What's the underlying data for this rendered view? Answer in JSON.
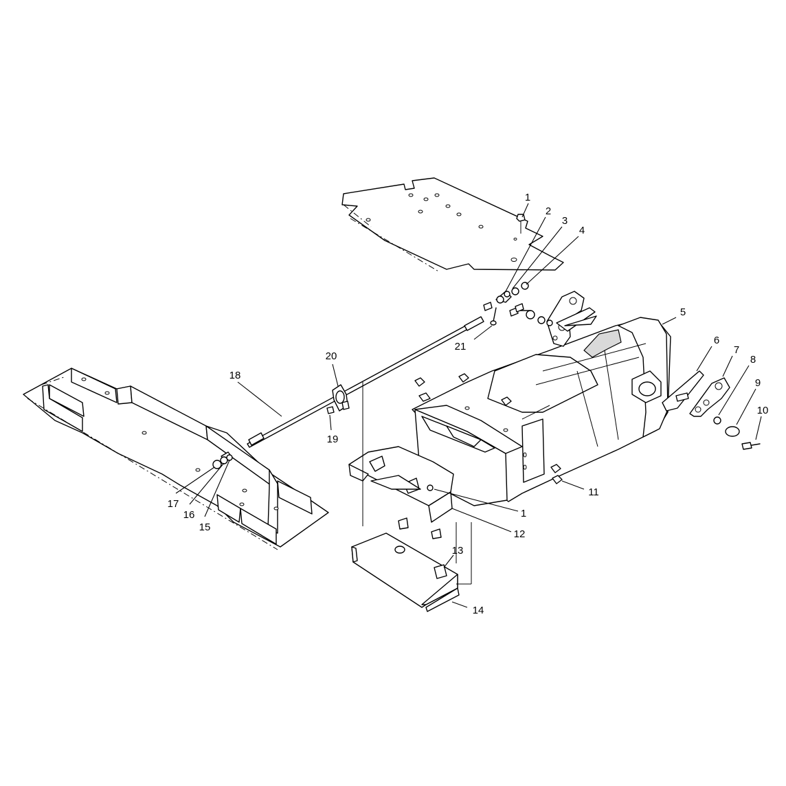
{
  "diagram": {
    "callouts": [
      {
        "id": "c1a",
        "label": "1"
      },
      {
        "id": "c2",
        "label": "2"
      },
      {
        "id": "c3",
        "label": "3"
      },
      {
        "id": "c4",
        "label": "4"
      },
      {
        "id": "c5",
        "label": "5"
      },
      {
        "id": "c6",
        "label": "6"
      },
      {
        "id": "c7",
        "label": "7"
      },
      {
        "id": "c8",
        "label": "8"
      },
      {
        "id": "c9",
        "label": "9"
      },
      {
        "id": "c10",
        "label": "10"
      },
      {
        "id": "c11",
        "label": "11"
      },
      {
        "id": "c1b",
        "label": "1"
      },
      {
        "id": "c12",
        "label": "12"
      },
      {
        "id": "c13",
        "label": "13"
      },
      {
        "id": "c14",
        "label": "14"
      },
      {
        "id": "c15",
        "label": "15"
      },
      {
        "id": "c16",
        "label": "16"
      },
      {
        "id": "c17",
        "label": "17"
      },
      {
        "id": "c18",
        "label": "18"
      },
      {
        "id": "c19",
        "label": "19"
      },
      {
        "id": "c20",
        "label": "20"
      },
      {
        "id": "c21",
        "label": "21"
      }
    ]
  }
}
